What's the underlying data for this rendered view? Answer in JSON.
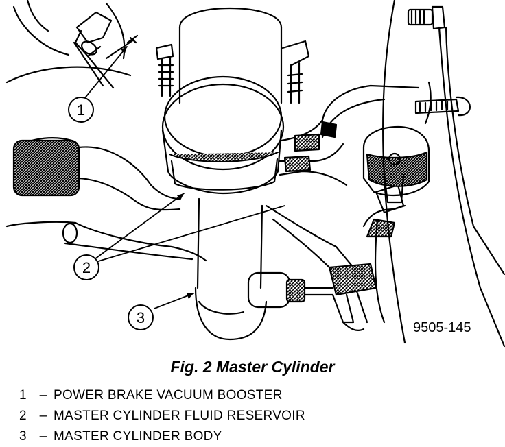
{
  "figure": {
    "caption": "Fig. 2 Master Cylinder",
    "reference_code": "9505-145"
  },
  "callouts": [
    {
      "number": "1",
      "label": "POWER BRAKE VACUUM BOOSTER"
    },
    {
      "number": "2",
      "label": "MASTER CYLINDER FLUID RESERVOIR"
    },
    {
      "number": "3",
      "label": "MASTER CYLINDER BODY"
    }
  ],
  "legend_separator": "–"
}
